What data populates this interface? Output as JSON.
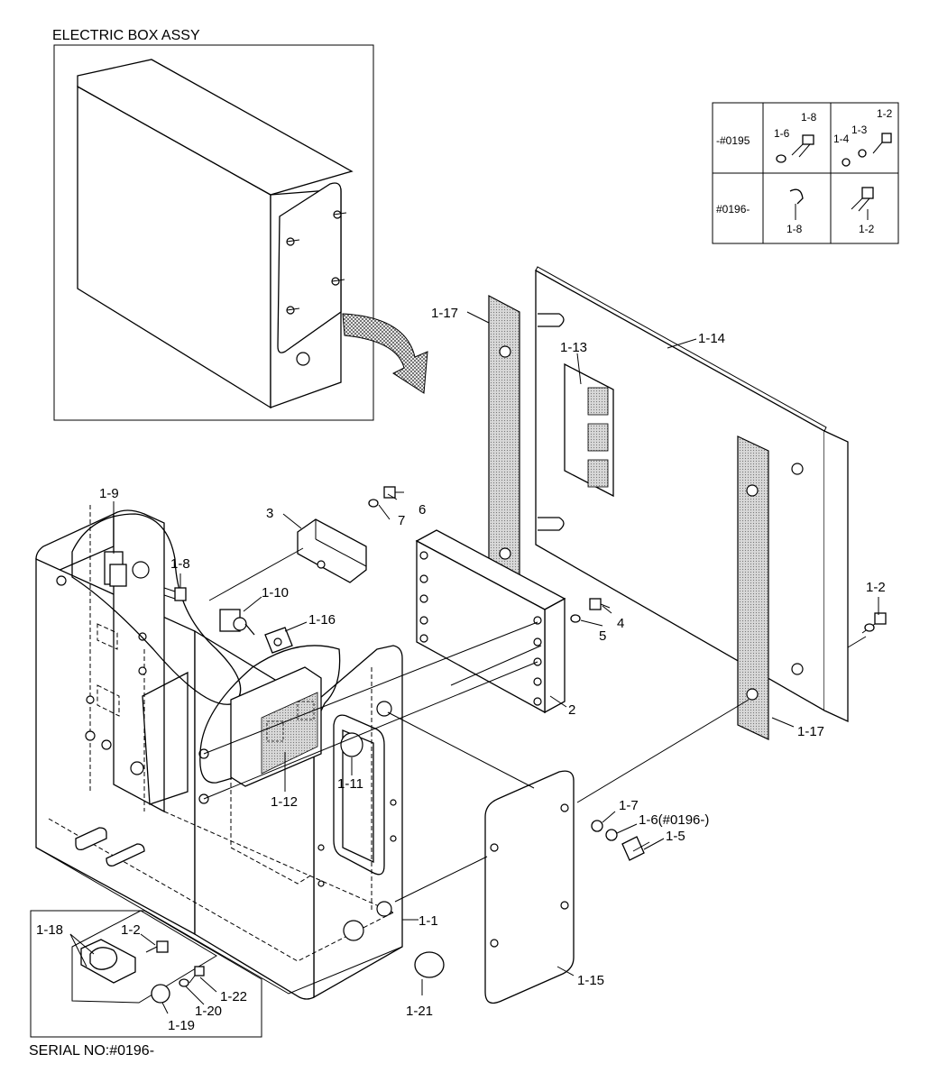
{
  "title": "ELECTRIC BOX ASSY",
  "footer": "SERIAL NO:#0196-",
  "serial_table": {
    "row1_label": "-#0195",
    "row2_label": "#0196-",
    "r1c1": [
      "1-8",
      "1-6"
    ],
    "r1c2": [
      "1-2",
      "1-3",
      "1-4"
    ],
    "r2c1": [
      "1-8"
    ],
    "r2c2": [
      "1-2"
    ]
  },
  "parts": {
    "p1_1": "1-1",
    "p1_2": "1-2",
    "p1_2b": "1-2",
    "p1_5": "1-5",
    "p1_6": "1-6(#0196-)",
    "p1_7": "1-7",
    "p1_8": "1-8",
    "p1_9": "1-9",
    "p1_10": "1-10",
    "p1_11": "1-11",
    "p1_12": "1-12",
    "p1_13": "1-13",
    "p1_14": "1-14",
    "p1_15": "1-15",
    "p1_16": "1-16",
    "p1_17a": "1-17",
    "p1_17b": "1-17",
    "p1_18": "1-18",
    "p1_19": "1-19",
    "p1_20": "1-20",
    "p1_21": "1-21",
    "p1_22": "1-22",
    "p2": "2",
    "p3": "3",
    "p4": "4",
    "p5": "5",
    "p6": "6",
    "p7": "7"
  }
}
